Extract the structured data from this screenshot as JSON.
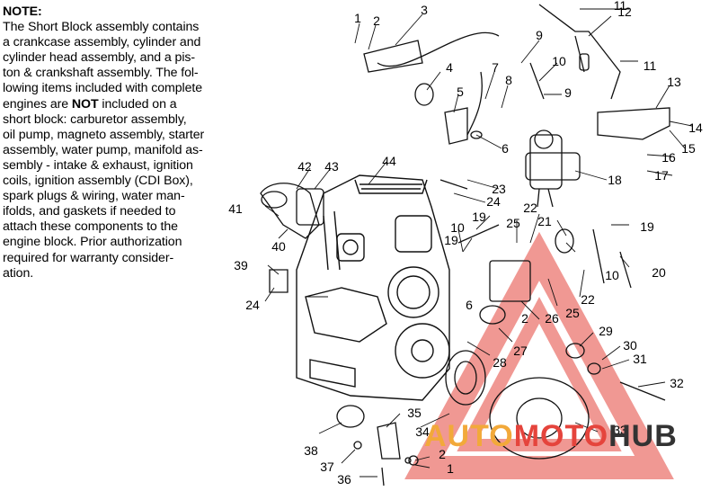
{
  "note": {
    "heading": "NOTE:",
    "line1": "The Short Block assembly contains\na crankcase assembly, cylinder and\ncylinder head assembly, and a pis-\nton & crankshaft assembly.  The fol-\nlowing items included with complete\nengines are ",
    "not_word": "NOT",
    "line2": " included on a\nshort block:  carburetor assembly,\noil pump, magneto assembly, starter\nassembly, water pump, manifold as-\nsembly - intake & exhaust, ignition\ncoils, ignition assembly (CDI Box),\nspark plugs & wiring, water man-\nifolds, and gaskets if needed to\nattach these components to the\nengine block. Prior authorization\nrequired for warranty consider-\nation."
  },
  "callouts": [
    "1",
    "2",
    "3",
    "4",
    "5",
    "6",
    "7",
    "8",
    "9",
    "9",
    "10",
    "11",
    "11",
    "12",
    "13",
    "14",
    "15",
    "16",
    "17",
    "18",
    "19",
    "19",
    "19",
    "20",
    "21",
    "22",
    "22",
    "23",
    "24",
    "24",
    "25",
    "25",
    "26",
    "27",
    "28",
    "29",
    "30",
    "31",
    "32",
    "33",
    "34",
    "35",
    "36",
    "37",
    "38",
    "39",
    "40",
    "41",
    "42",
    "43",
    "44",
    "10",
    "10",
    "6",
    "2",
    "2",
    "1"
  ],
  "watermark": {
    "part1": "AUTO",
    "part2": "MOTO",
    "part3": "HUB",
    "color_primary": "#e5443c",
    "color_secondary": "#f2a93a"
  }
}
